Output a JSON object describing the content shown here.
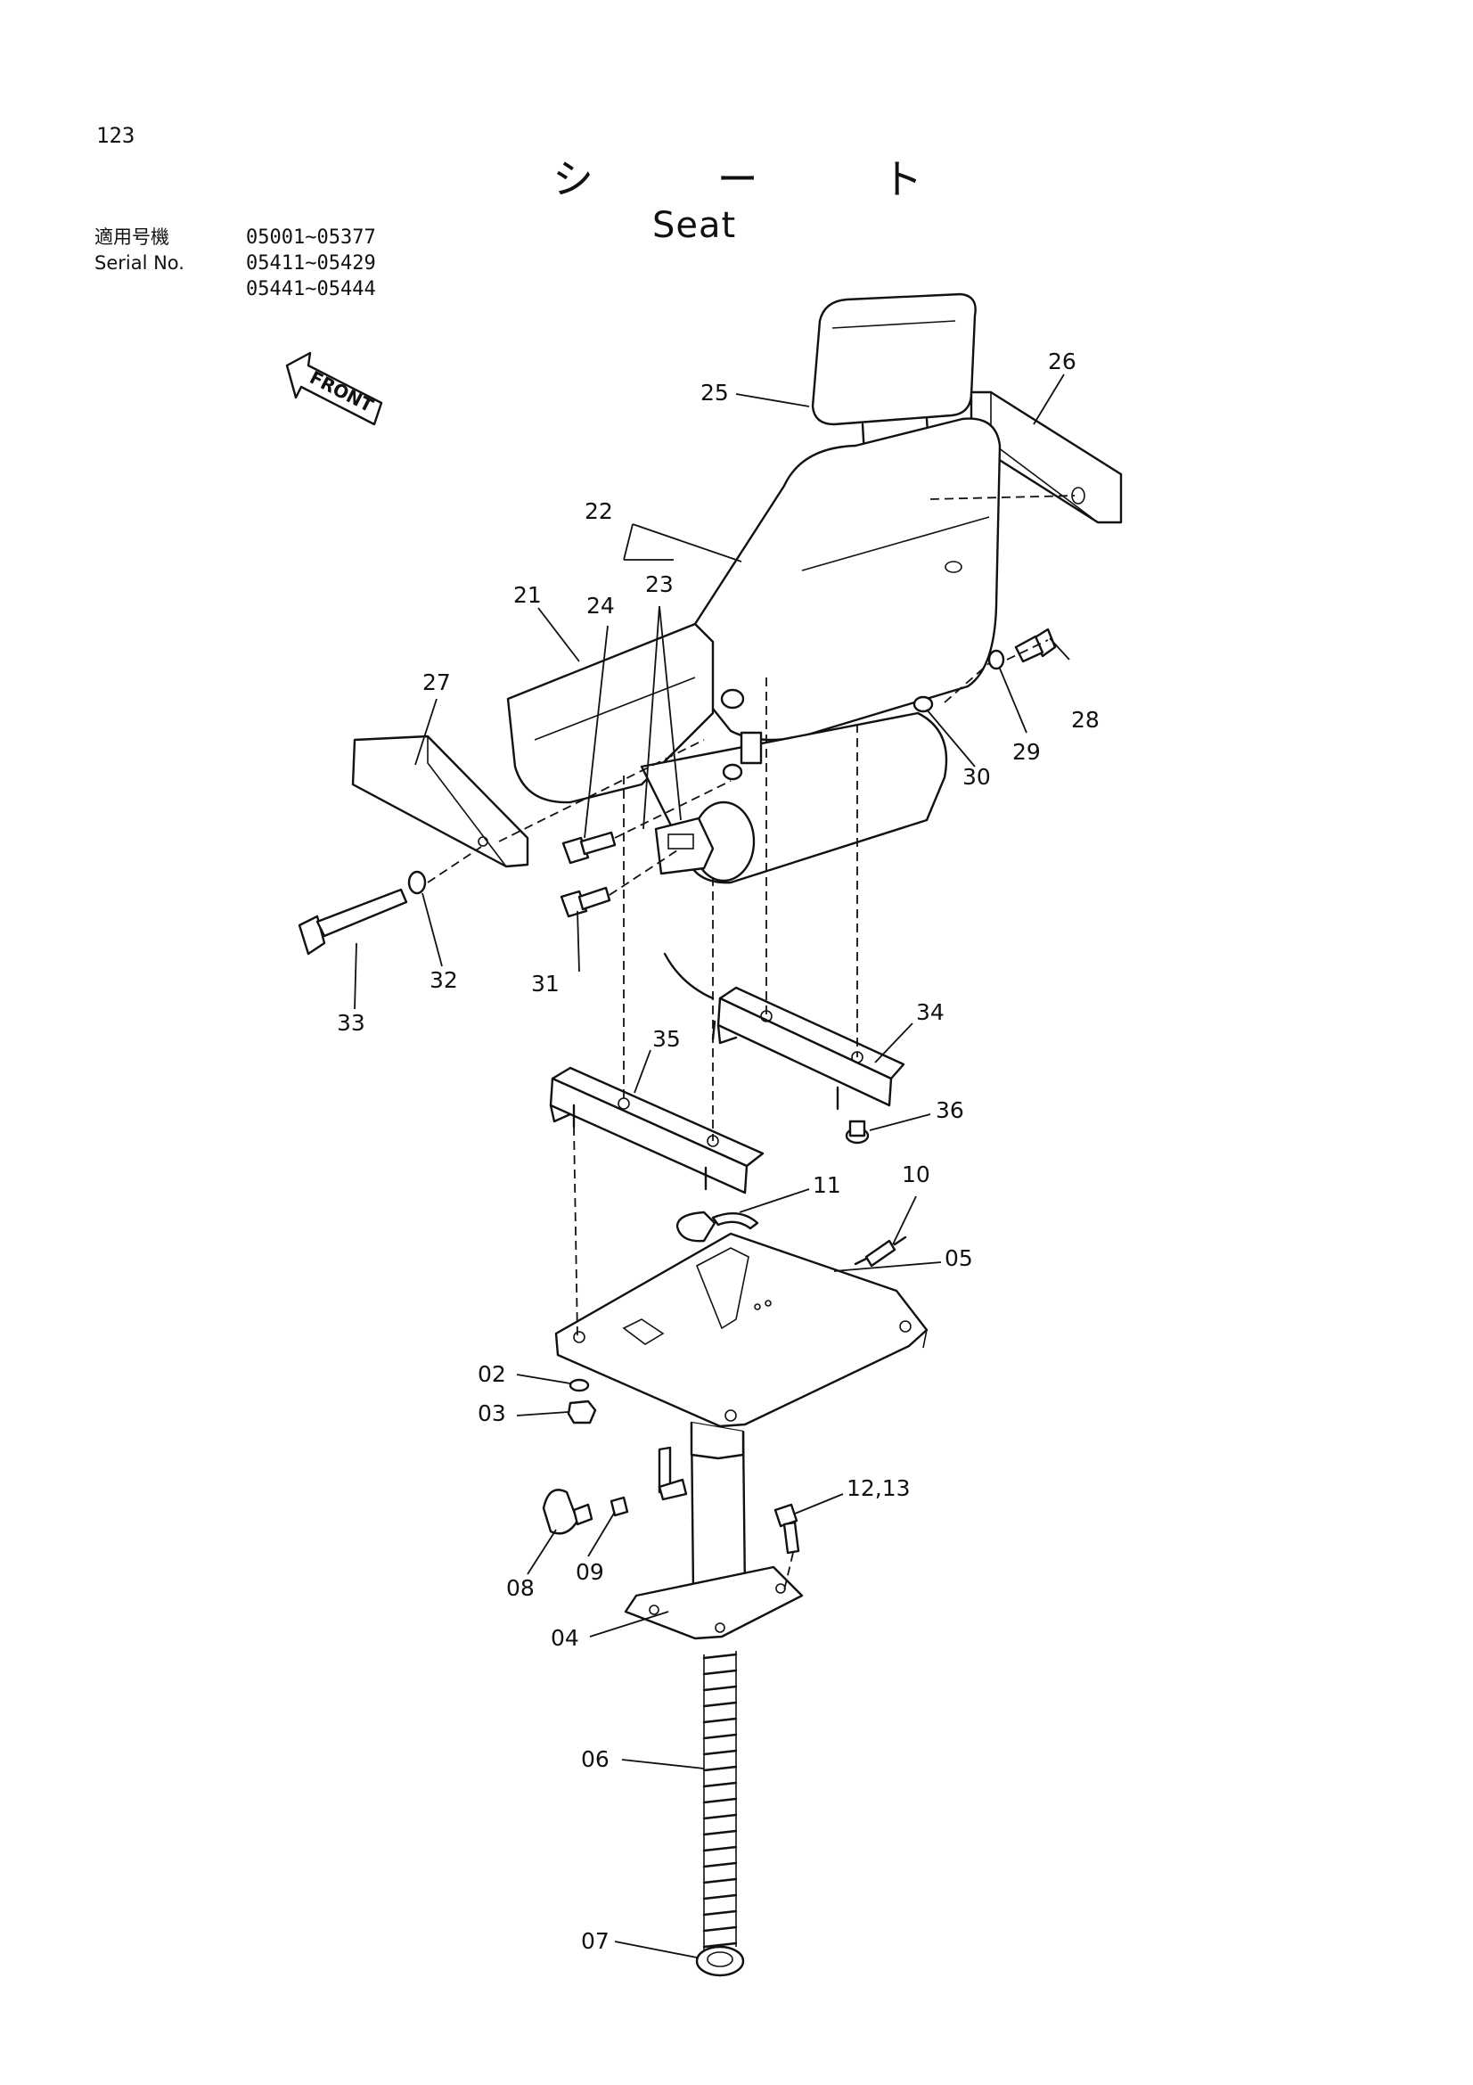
{
  "page_number": "123",
  "title_jp": "シ ー ト",
  "title_en": "Seat",
  "serial": {
    "label_jp": "適用号機",
    "label_en": "Serial No.",
    "ranges": [
      "05001~05377",
      "05411~05429",
      "05441~05444"
    ]
  },
  "front_label": "FRONT",
  "parts": [
    {
      "id": "p25",
      "label": "25"
    },
    {
      "id": "p26",
      "label": "26"
    },
    {
      "id": "p22",
      "label": "22"
    },
    {
      "id": "p21",
      "label": "21"
    },
    {
      "id": "p24",
      "label": "24"
    },
    {
      "id": "p23",
      "label": "23"
    },
    {
      "id": "p27",
      "label": "27"
    },
    {
      "id": "p28",
      "label": "28"
    },
    {
      "id": "p29",
      "label": "29"
    },
    {
      "id": "p30",
      "label": "30"
    },
    {
      "id": "p32",
      "label": "32"
    },
    {
      "id": "p31",
      "label": "31"
    },
    {
      "id": "p33",
      "label": "33"
    },
    {
      "id": "p34",
      "label": "34"
    },
    {
      "id": "p35",
      "label": "35"
    },
    {
      "id": "p36",
      "label": "36"
    },
    {
      "id": "p11",
      "label": "11"
    },
    {
      "id": "p10",
      "label": "10"
    },
    {
      "id": "p05",
      "label": "05"
    },
    {
      "id": "p02",
      "label": "02"
    },
    {
      "id": "p03",
      "label": "03"
    },
    {
      "id": "p1213",
      "label": "12,13"
    },
    {
      "id": "p08",
      "label": "08"
    },
    {
      "id": "p09",
      "label": "09"
    },
    {
      "id": "p04",
      "label": "04"
    },
    {
      "id": "p06",
      "label": "06"
    },
    {
      "id": "p07",
      "label": "07"
    }
  ]
}
